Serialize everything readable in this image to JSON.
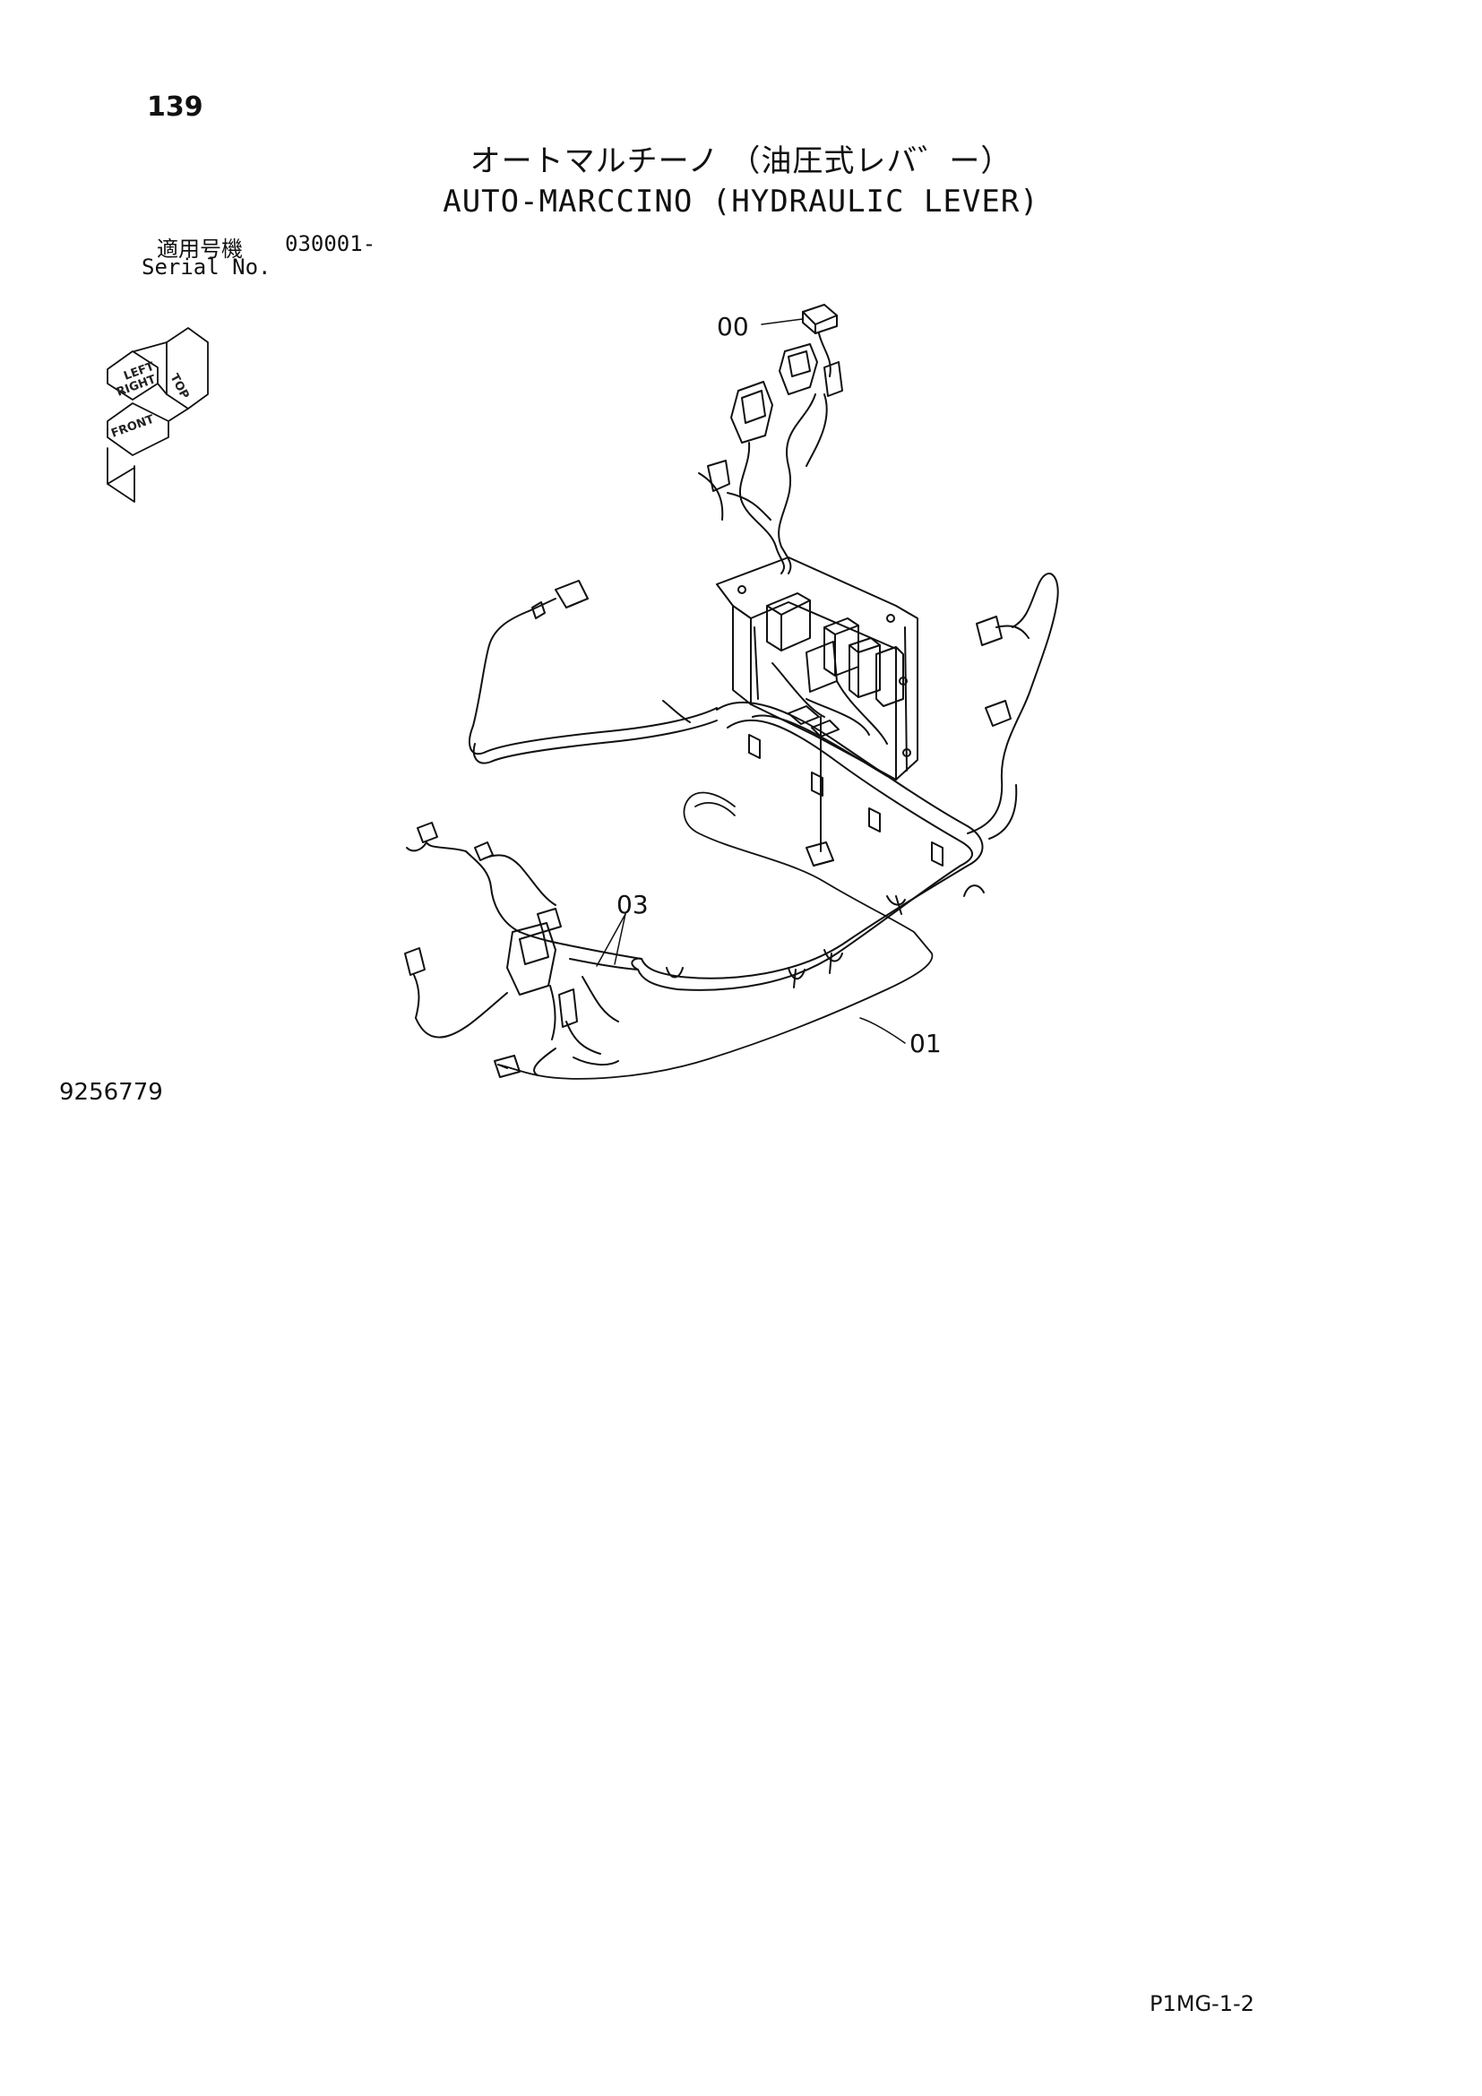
{
  "page_number": "139",
  "title_jp": "オートマルチーノ （油圧式レバ゛ー）",
  "title_en": "AUTO-MARCCINO (HYDRAULIC LEVER)",
  "serial": {
    "label_jp": "適用号機",
    "value": "030001-",
    "label_en": "Serial No."
  },
  "orientation": {
    "top": "TOP",
    "front": "FRONT",
    "right": "RIGHT",
    "left": "LEFT"
  },
  "callouts": {
    "c00": "00",
    "c03": "03",
    "c01": "01"
  },
  "drawing_number": "9256779",
  "page_code": "P1MG-1-2"
}
